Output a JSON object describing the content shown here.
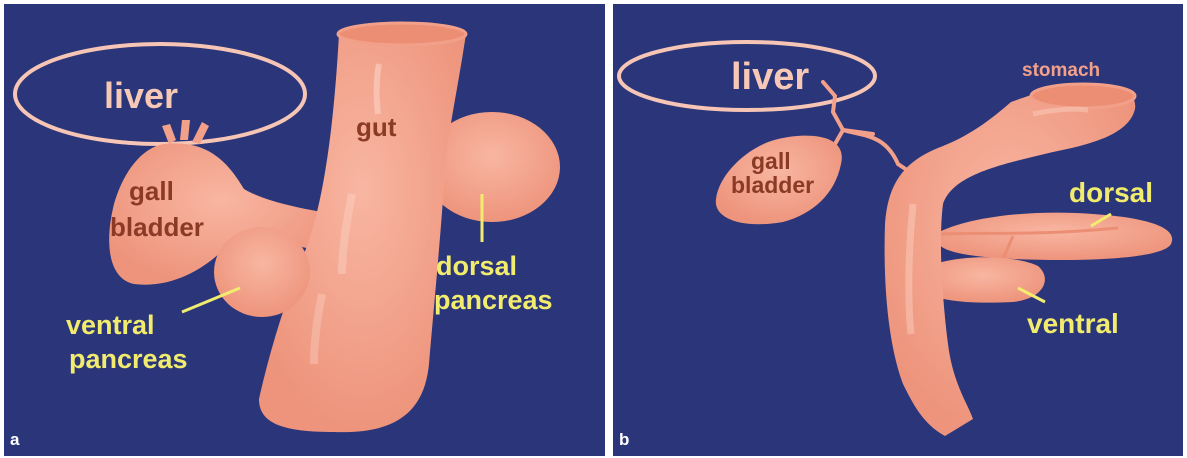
{
  "panel_a": {
    "panel_letter": "a",
    "liver": "liver",
    "gut": "gut",
    "gall_line1": "gall",
    "gall_line2": "bladder",
    "dorsal_line1": "dorsal",
    "dorsal_line2": "pancreas",
    "ventral_line1": "ventral",
    "ventral_line2": "pancreas"
  },
  "panel_b": {
    "panel_letter": "b",
    "liver": "liver",
    "stomach": "stomach",
    "gall_line1": "gall",
    "gall_line2": "bladder",
    "dorsal": "dorsal",
    "ventral": "ventral"
  },
  "colors": {
    "background": "#2a3679",
    "organ": "#f3a08a",
    "liver_outline": "#f7c5b5",
    "organ_text": "#8b3a26",
    "pancreas_text": "#f2ec6e",
    "liver_text": "#f8c8b6"
  }
}
